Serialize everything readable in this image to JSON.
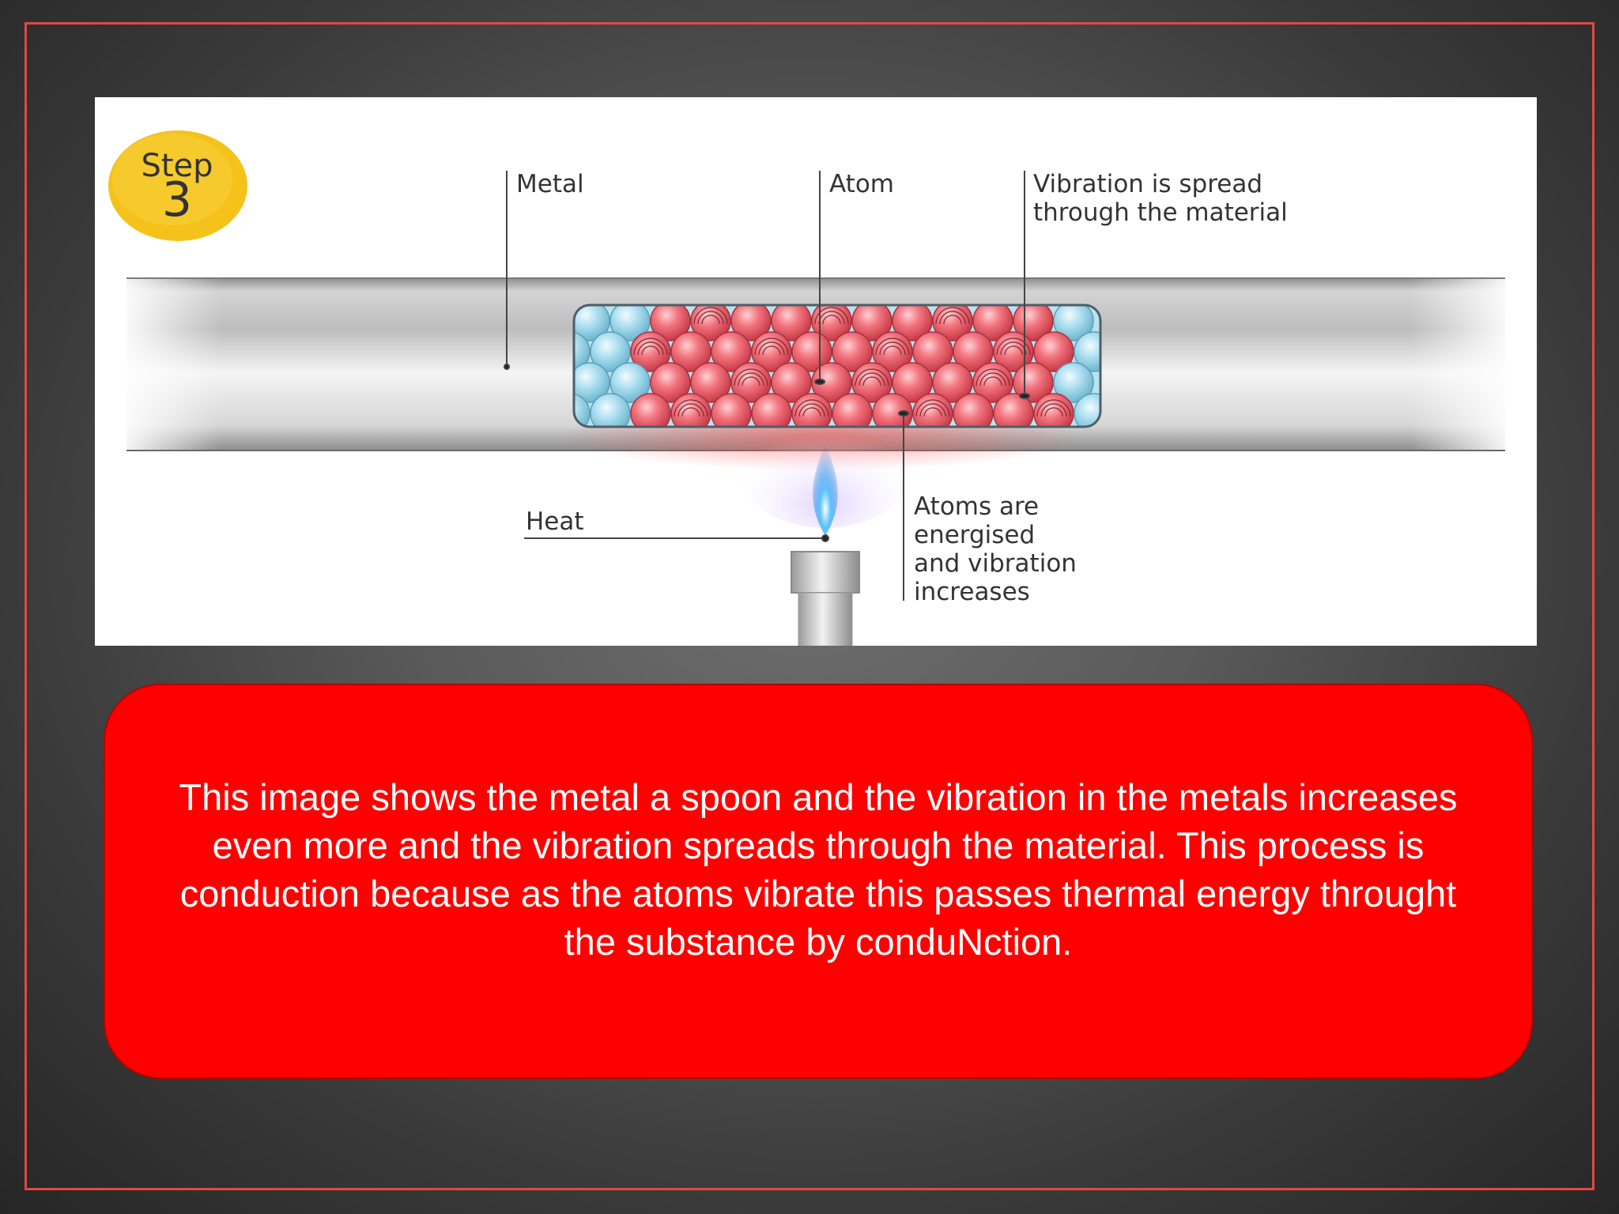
{
  "diagram": {
    "badge_word": "Step",
    "badge_number": "3",
    "labels": {
      "metal": "Metal",
      "atom": "Atom",
      "vibration_line1": "Vibration is spread",
      "vibration_line2": "through the material",
      "heat": "Heat",
      "energised_line1": "Atoms are",
      "energised_line2": "energised",
      "energised_line3": "and vibration",
      "energised_line4": "increases"
    },
    "colors": {
      "badge": "#f5c21b",
      "hot_atom": "#f0707a",
      "cool_atom": "#9ed6e8",
      "flame": "#3aa8ff",
      "metal_bar": "#c8c8c8"
    }
  },
  "caption": {
    "text": "This image shows the metal a spoon and the vibration in the metals increases even more and the vibration spreads through the material. This process is conduction because as the atoms vibrate this passes thermal energy throught the substance by conduNction."
  },
  "style": {
    "frame_border": "#e04848",
    "caption_background": "#ff0000",
    "caption_text_color": "#ffffff"
  }
}
